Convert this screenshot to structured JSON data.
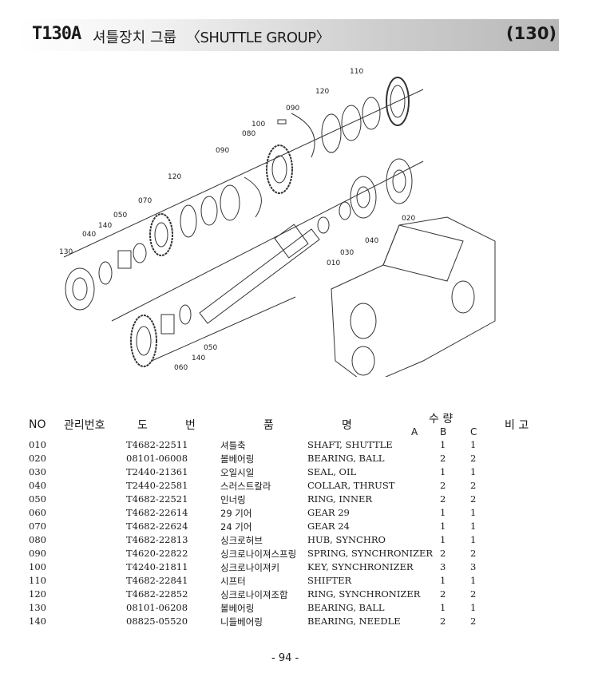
{
  "header": {
    "model": "T130A",
    "title_korean": "셔틀장치 그룹",
    "title_english": "〈SHUTTLE GROUP〉",
    "page_code": "(130)"
  },
  "diagram": {
    "callouts": [
      "110",
      "120",
      "090",
      "100",
      "080",
      "090",
      "120",
      "070",
      "050",
      "140",
      "040",
      "130",
      "020",
      "040",
      "030",
      "010",
      "050",
      "140",
      "060"
    ]
  },
  "table": {
    "headers": {
      "no": "NO",
      "mgmt_no": "관리번호",
      "part_no_1": "도",
      "part_no_2": "번",
      "name_1": "품",
      "name_2": "명",
      "qty": "수 량",
      "qty_a": "A",
      "qty_b": "B",
      "qty_c": "C",
      "remarks": "비 고"
    },
    "rows": [
      {
        "no": "010",
        "part": "T4682-22511",
        "kname": "셔틀축",
        "ename": "SHAFT, SHUTTLE",
        "b": "1",
        "c": "1"
      },
      {
        "no": "020",
        "part": "08101-06008",
        "kname": "볼베어링",
        "ename": "BEARING, BALL",
        "b": "2",
        "c": "2"
      },
      {
        "no": "030",
        "part": "T2440-21361",
        "kname": "오일시일",
        "ename": "SEAL, OIL",
        "b": "1",
        "c": "1"
      },
      {
        "no": "040",
        "part": "T2440-22581",
        "kname": "스러스트칼라",
        "ename": "COLLAR, THRUST",
        "b": "2",
        "c": "2"
      },
      {
        "no": "050",
        "part": "T4682-22521",
        "kname": "인너링",
        "ename": "RING, INNER",
        "b": "2",
        "c": "2"
      },
      {
        "no": "060",
        "part": "T4682-22614",
        "kname": "29 기어",
        "ename": "GEAR 29",
        "b": "1",
        "c": "1"
      },
      {
        "no": "070",
        "part": "T4682-22624",
        "kname": "24 기어",
        "ename": "GEAR 24",
        "b": "1",
        "c": "1"
      },
      {
        "no": "080",
        "part": "T4682-22813",
        "kname": "싱크로허브",
        "ename": "HUB, SYNCHRO",
        "b": "1",
        "c": "1"
      },
      {
        "no": "090",
        "part": "T4620-22822",
        "kname": "싱크로나이져스프링",
        "ename": "SPRING, SYNCHRONIZER",
        "b": "2",
        "c": "2"
      },
      {
        "no": "100",
        "part": "T4240-21811",
        "kname": "싱크로나이져키",
        "ename": "KEY, SYNCHRONIZER",
        "b": "3",
        "c": "3"
      },
      {
        "no": "110",
        "part": "T4682-22841",
        "kname": "시프터",
        "ename": "SHIFTER",
        "b": "1",
        "c": "1"
      },
      {
        "no": "120",
        "part": "T4682-22852",
        "kname": "싱크로나이져조합",
        "ename": "RING, SYNCHRONIZER",
        "b": "2",
        "c": "2"
      },
      {
        "no": "130",
        "part": "08101-06208",
        "kname": "볼베어링",
        "ename": "BEARING, BALL",
        "b": "1",
        "c": "1"
      },
      {
        "no": "140",
        "part": "08825-05520",
        "kname": "니들베어링",
        "ename": "BEARING, NEEDLE",
        "b": "2",
        "c": "2"
      }
    ]
  },
  "footer": {
    "page_number": "- 94 -"
  }
}
